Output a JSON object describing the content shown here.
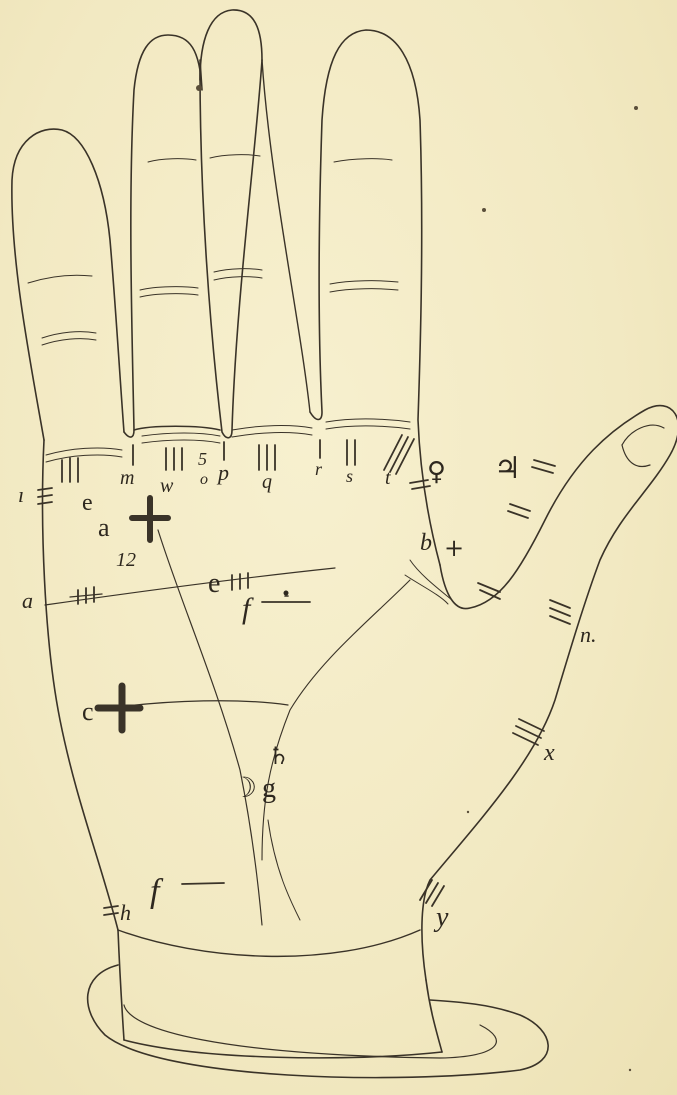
{
  "figure": {
    "labels": {
      "a_cross": "a",
      "a_left": "a",
      "b": "b",
      "c": "c",
      "e_left": "e",
      "e_mid": "e",
      "f_top": "f",
      "f_bottom": "f",
      "g": "g",
      "h": "h",
      "i": "ı",
      "m": "m",
      "n": "n.",
      "o": "o",
      "p": "p",
      "q": "q",
      "r": "r",
      "s": "s",
      "t": "t",
      "w": "w",
      "x": "x",
      "y": "y",
      "five": "5",
      "twelve": "12"
    },
    "symbols": {
      "venus": "♀",
      "jupiter": "♃",
      "saturn": "♄",
      "moon": "☽",
      "small_cross": "+"
    }
  }
}
